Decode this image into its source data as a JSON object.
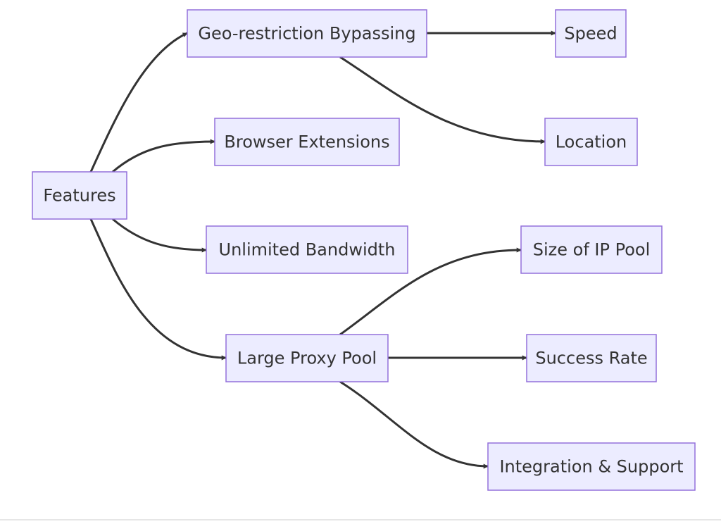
{
  "diagram": {
    "type": "flowchart",
    "direction": "left-to-right",
    "colors": {
      "node_fill": "#ececff",
      "node_border": "#9370db",
      "edge": "#333333",
      "text": "#333333"
    },
    "nodes": [
      {
        "id": "features",
        "label": "Features"
      },
      {
        "id": "geo",
        "label": "Geo-restriction Bypassing"
      },
      {
        "id": "browser",
        "label": "Browser Extensions"
      },
      {
        "id": "bandwidth",
        "label": "Unlimited Bandwidth"
      },
      {
        "id": "proxy",
        "label": "Large Proxy Pool"
      },
      {
        "id": "speed",
        "label": "Speed"
      },
      {
        "id": "location",
        "label": "Location"
      },
      {
        "id": "ippool",
        "label": "Size of IP Pool"
      },
      {
        "id": "success",
        "label": "Success Rate"
      },
      {
        "id": "integration",
        "label": "Integration & Support"
      }
    ],
    "edges": [
      {
        "from": "features",
        "to": "geo"
      },
      {
        "from": "features",
        "to": "browser"
      },
      {
        "from": "features",
        "to": "bandwidth"
      },
      {
        "from": "features",
        "to": "proxy"
      },
      {
        "from": "geo",
        "to": "speed"
      },
      {
        "from": "geo",
        "to": "location"
      },
      {
        "from": "proxy",
        "to": "ippool"
      },
      {
        "from": "proxy",
        "to": "success"
      },
      {
        "from": "proxy",
        "to": "integration"
      }
    ]
  }
}
